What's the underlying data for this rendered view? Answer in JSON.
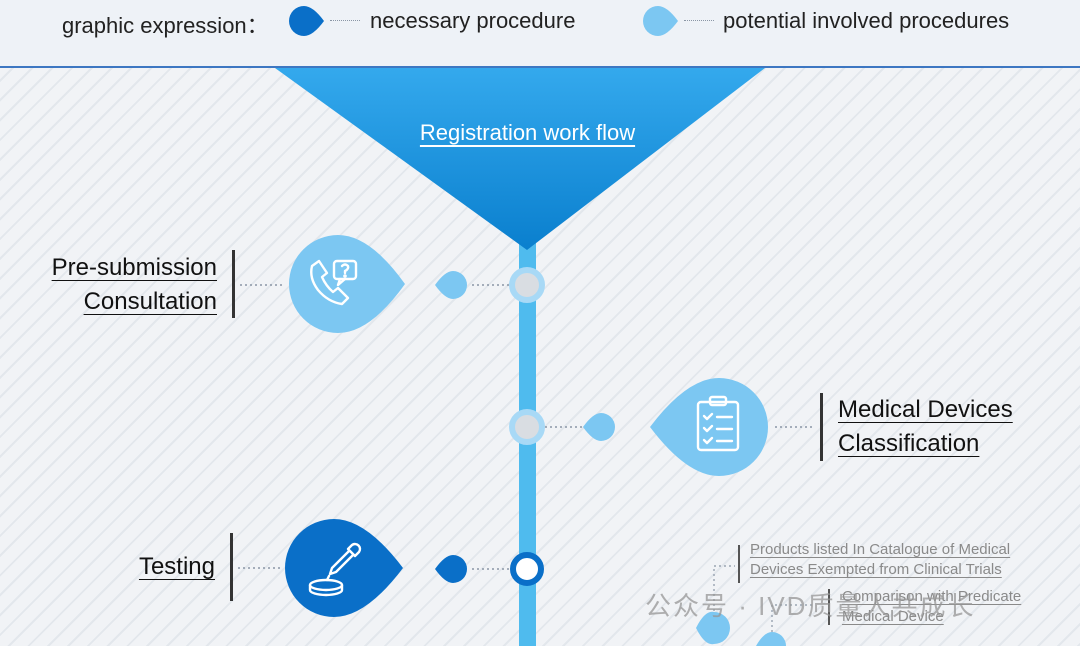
{
  "legend": {
    "title": "graphic expression：",
    "necessary_label": "necessary procedure",
    "potential_label": "potential involved procedures"
  },
  "colors": {
    "necessary": "#0a6fc8",
    "potential": "#7cc7f2",
    "funnel_top": "#35a8ec",
    "funnel_bottom": "#0a80cf",
    "timeline": "#4fbbee"
  },
  "workflow": {
    "title": "Registration work flow",
    "steps": [
      {
        "id": "pre-submission",
        "lines": [
          "Pre-submission",
          "Consultation"
        ],
        "type": "potential",
        "icon": "phone-question-icon"
      },
      {
        "id": "classification",
        "lines": [
          "Medical Devices",
          "Classification"
        ],
        "type": "potential",
        "icon": "clipboard-checklist-icon"
      },
      {
        "id": "testing",
        "lines": [
          "Testing"
        ],
        "type": "necessary",
        "icon": "pipette-dish-icon"
      }
    ],
    "sub_options": [
      {
        "lines": [
          "Products listed In Catalogue of Medical",
          "Devices Exempted from Clinical Trials"
        ]
      },
      {
        "lines": [
          "Comparison with Predicate",
          "Medical Device"
        ]
      }
    ]
  },
  "watermark": "公众号 · IVD质量人共成长"
}
